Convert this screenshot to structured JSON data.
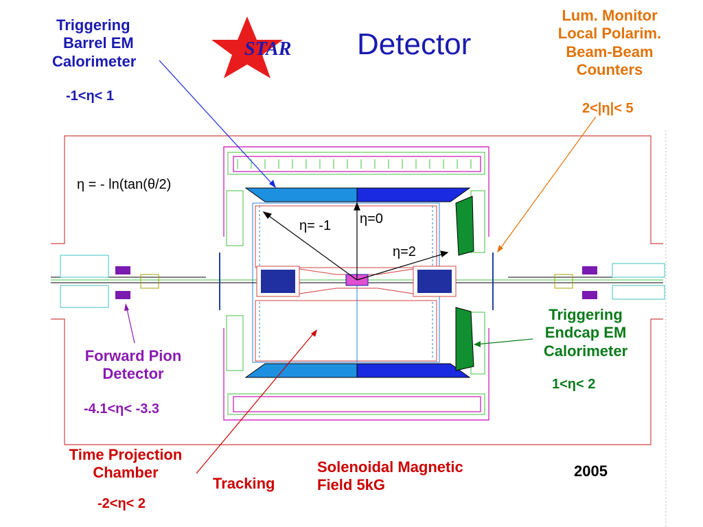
{
  "title": "Detector",
  "logo_text": "STAR",
  "year": "2005",
  "labels": {
    "barrel": {
      "line1": "Triggering",
      "line2": "Barrel EM",
      "line3": "Calorimeter",
      "range": "-1<η< 1"
    },
    "lum": {
      "line1": "Lum. Monitor",
      "line2": "Local Polarim.",
      "line3": "Beam-Beam",
      "line4": "Counters",
      "range": "2<|η|< 5"
    },
    "endcap": {
      "line1": "Triggering",
      "line2": "Endcap EM",
      "line3": "Calorimeter",
      "range": "1<η< 2"
    },
    "fpd": {
      "line1": "Forward Pion",
      "line2": "Detector",
      "range": "-4.1<η< -3.3"
    },
    "tpc": {
      "line1": "Time Projection",
      "line2": "Chamber",
      "range": "-2<η< 2"
    },
    "tracking": "Tracking",
    "solenoid": {
      "line1": "Solenoidal Magnetic",
      "line2": "Field 5kG"
    }
  },
  "eta_formula": "η = - ln(tan(θ/2)",
  "eta_marks": {
    "zero": "η=0",
    "minus_one": "η= -1",
    "two": "η=2"
  },
  "colors": {
    "barrel_light": "#1e90e0",
    "barrel_dark": "#1a2ae0",
    "endcap": "#109030",
    "fpd": "#7a1ab0",
    "magnet": "#d0309a",
    "frame": "#d04040",
    "tpc_lines": "#2080e0",
    "beam_pipe": "#40c040"
  },
  "icons": [
    "star-icon"
  ]
}
